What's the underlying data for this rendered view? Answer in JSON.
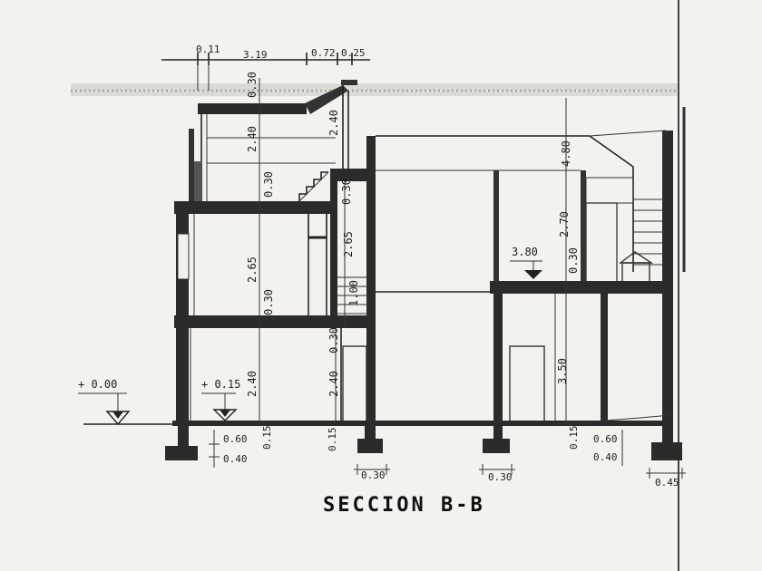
{
  "title": "SECCION B-B",
  "colors": {
    "ink": "#222222",
    "paper": "#f3f2ee",
    "hatch": "#8a8a8a"
  },
  "top_dims": {
    "d1": "0.11",
    "d2": "3.19",
    "d3": "0.72",
    "d4": "0.25"
  },
  "vertical_dims": {
    "roof_parapet": "0.30",
    "upper_height": "2.40",
    "upper_slab": "0.30",
    "stair_height": "2.40",
    "stair_slab": "0.30",
    "second_height": "2.65",
    "second_slab": "0.30",
    "stair2_height": "2.65",
    "stair_step": "1.00",
    "stair_low_slab": "0.30",
    "ground_height": "2.40",
    "ground_mid_height": "2.40",
    "right_tall": "4.80",
    "right_upper": "2.70",
    "right_slab": "0.30",
    "right_ground": "3.50"
  },
  "levels": {
    "exterior": "+ 0.00",
    "interior": "+ 0.15",
    "right_floor": "3.80"
  },
  "foundation_dims": {
    "left_a": "0.60",
    "left_b": "0.40",
    "left_gap": "0.15",
    "mid_gap": "0.15",
    "right_gap": "0.15",
    "right_a": "0.60",
    "right_b": "0.40",
    "footing_1": "0.30",
    "footing_2": "0.30",
    "footing_3": "0.45"
  }
}
